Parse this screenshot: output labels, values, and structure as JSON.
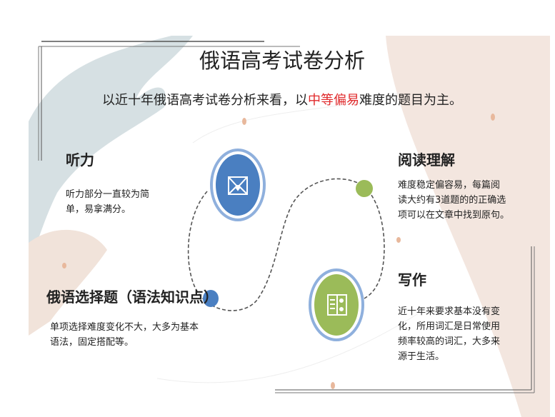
{
  "title": "俄语高考试卷分析",
  "subtitle": {
    "before": "以近十年俄语高考试卷分析来看，以",
    "highlight": "中等偏易",
    "after": "难度的题目为主。"
  },
  "colors": {
    "highlight": "#e0292b",
    "blue": "#4a7fc1",
    "green": "#9bbb59",
    "ring": "#8fb0dd"
  },
  "sections": [
    {
      "heading": "听力",
      "lines": [
        "听力部分一直较为简",
        "单，易拿满分。"
      ],
      "icon": "envelope-icon"
    },
    {
      "heading": "阅读理解",
      "lines": [
        "难度稳定偏容易，每篇阅",
        "读大约有3道题的的正确选",
        "项可以在文章中找到原句。"
      ]
    },
    {
      "heading": "写作",
      "lines": [
        "近十年来要求基本没有变",
        "化，所用词汇是日常使用",
        "频率较高的词汇，大多来",
        "源于生活。"
      ],
      "icon": "book-icon"
    },
    {
      "heading": "俄语选择题（语法知识点）",
      "lines": [
        "单项选择难度变化不大，大多为基本",
        "语法，固定搭配等。"
      ]
    }
  ]
}
